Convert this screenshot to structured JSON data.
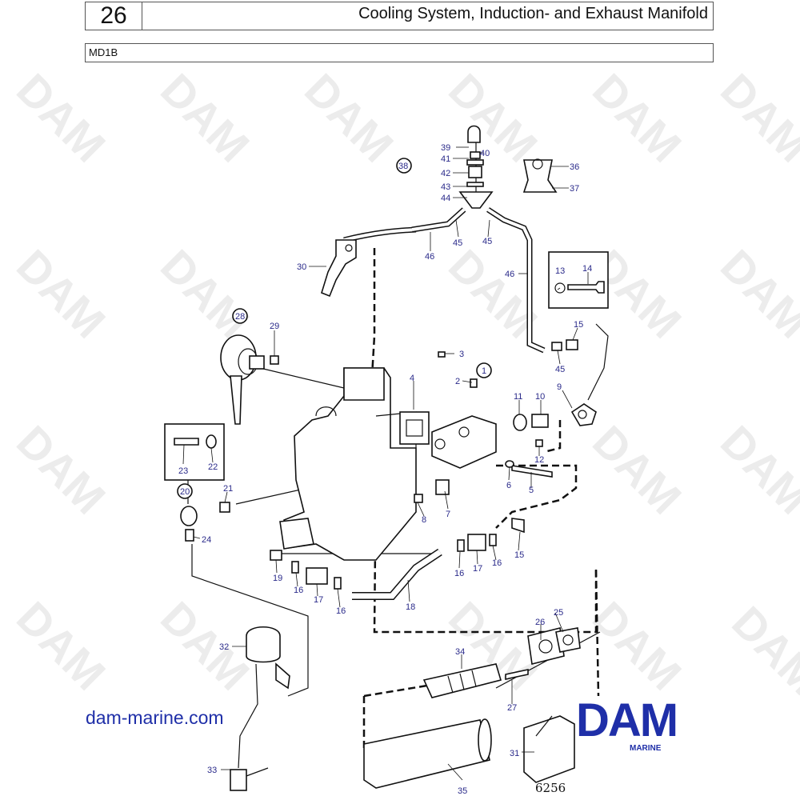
{
  "header": {
    "section_number": "26",
    "title": "Cooling System, Induction- and Exhaust Manifold"
  },
  "model": "MD1B",
  "watermark_text": "DAM",
  "website": "dam-marine.com",
  "logo": {
    "text": "DAM",
    "subtext": "MARINE",
    "color": "#1f2fa8"
  },
  "figure_number": "6256",
  "callouts": {
    "p1": "1",
    "p2": "2",
    "p3": "3",
    "p4": "4",
    "p5": "5",
    "p6": "6",
    "p7": "7",
    "p8": "8",
    "p9": "9",
    "p10": "10",
    "p11": "11",
    "p12": "12",
    "p13": "13",
    "p14": "14",
    "p15a": "15",
    "p15b": "15",
    "p16a": "16",
    "p16b": "16",
    "p16c": "16",
    "p16d": "16",
    "p17a": "17",
    "p17b": "17",
    "p18": "18",
    "p19": "19",
    "p20": "20",
    "p21": "21",
    "p22": "22",
    "p23": "23",
    "p24": "24",
    "p25": "25",
    "p26": "26",
    "p27": "27",
    "p28": "28",
    "p29": "29",
    "p30": "30",
    "p31": "31",
    "p32": "32",
    "p33": "33",
    "p34": "34",
    "p35": "35",
    "p36": "36",
    "p37": "37",
    "p38": "38",
    "p39": "39",
    "p40": "40",
    "p41": "41",
    "p42": "42",
    "p43": "43",
    "p44": "44",
    "p45a": "45",
    "p45b": "45",
    "p45c": "45",
    "p46a": "46",
    "p46b": "46"
  }
}
